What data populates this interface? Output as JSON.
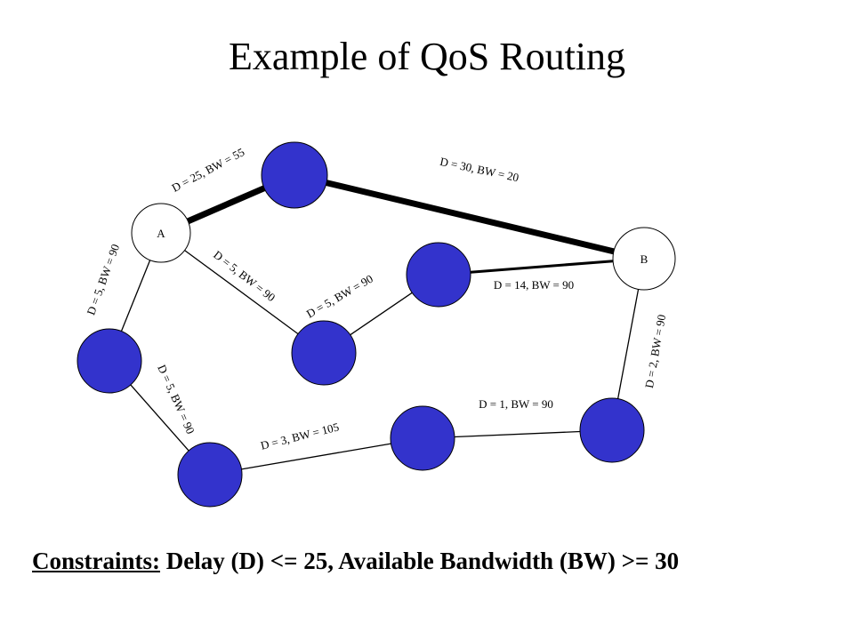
{
  "title": "Example of QoS Routing",
  "colors": {
    "node_fill": "#3333CC",
    "endpoint_fill": "#FFFFFF",
    "stroke": "#000000"
  },
  "nodes": [
    {
      "id": "A",
      "label": "A",
      "type": "endpoint"
    },
    {
      "id": "n1",
      "label": "",
      "type": "router"
    },
    {
      "id": "B",
      "label": "B",
      "type": "endpoint"
    },
    {
      "id": "n2",
      "label": "",
      "type": "router"
    },
    {
      "id": "n3",
      "label": "",
      "type": "router"
    },
    {
      "id": "n4",
      "label": "",
      "type": "router"
    },
    {
      "id": "n5",
      "label": "",
      "type": "router"
    },
    {
      "id": "n6",
      "label": "",
      "type": "router"
    },
    {
      "id": "n7",
      "label": "",
      "type": "router"
    }
  ],
  "edges": [
    {
      "from": "A",
      "to": "n1",
      "label": "D = 25, BW = 55",
      "highlight": true
    },
    {
      "from": "n1",
      "to": "B",
      "label": "D = 30, BW = 20",
      "highlight": true
    },
    {
      "from": "A",
      "to": "n3",
      "label": "D = 5, BW = 90",
      "highlight": false
    },
    {
      "from": "n3",
      "to": "n2",
      "label": "D = 5, BW = 90",
      "highlight": false
    },
    {
      "from": "n2",
      "to": "B",
      "label": "D = 14, BW = 90",
      "highlight": false
    },
    {
      "from": "A",
      "to": "n4",
      "label": "D = 5, BW = 90",
      "highlight": false
    },
    {
      "from": "n4",
      "to": "n5",
      "label": "D = 5, BW = 90",
      "highlight": false
    },
    {
      "from": "n5",
      "to": "n6",
      "label": "D = 3, BW = 105",
      "highlight": false
    },
    {
      "from": "n6",
      "to": "n7",
      "label": "D = 1, BW = 90",
      "highlight": false
    },
    {
      "from": "n7",
      "to": "B",
      "label": "D = 2, BW = 90",
      "highlight": false
    }
  ],
  "constraints": {
    "lead": "Constraints:",
    "text": " Delay (D) <= 25, Available Bandwidth (BW) >= 30"
  }
}
